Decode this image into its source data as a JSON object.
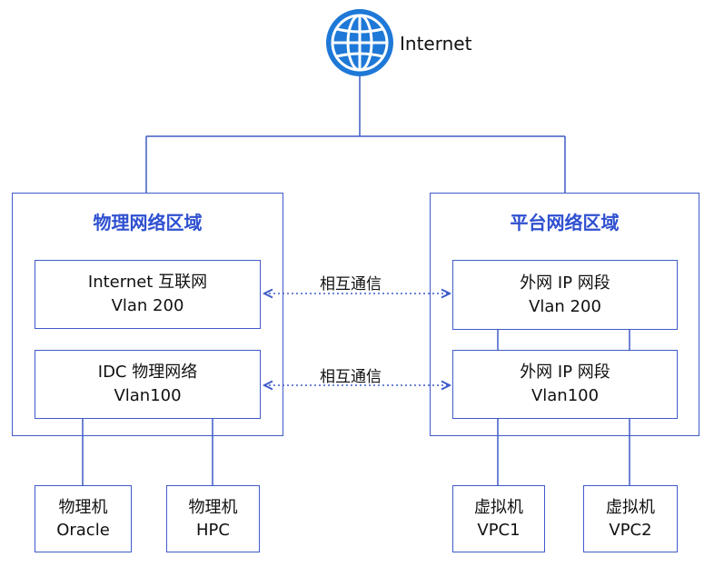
{
  "internet": {
    "label": "Internet",
    "icon": "globe-icon"
  },
  "regions": {
    "physical": {
      "title": "物理网络区域",
      "segments": [
        {
          "line1": "Internet 互联网",
          "line2": "Vlan 200"
        },
        {
          "line1": "IDC 物理网络",
          "line2": "Vlan100"
        }
      ],
      "hosts": [
        {
          "line1": "物理机",
          "line2": "Oracle"
        },
        {
          "line1": "物理机",
          "line2": "HPC"
        }
      ]
    },
    "platform": {
      "title": "平台网络区域",
      "segments": [
        {
          "line1": "外网 IP 网段",
          "line2": "Vlan 200"
        },
        {
          "line1": "外网 IP 网段",
          "line2": "Vlan100"
        }
      ],
      "hosts": [
        {
          "line1": "虚拟机",
          "line2": "VPC1"
        },
        {
          "line1": "虚拟机",
          "line2": "VPC2"
        }
      ]
    }
  },
  "links": [
    {
      "label": "相互通信"
    },
    {
      "label": "相互通信"
    }
  ],
  "colors": {
    "accent": "#3f5bc9",
    "title": "#2f50d0",
    "globe": "#1e78d7"
  }
}
